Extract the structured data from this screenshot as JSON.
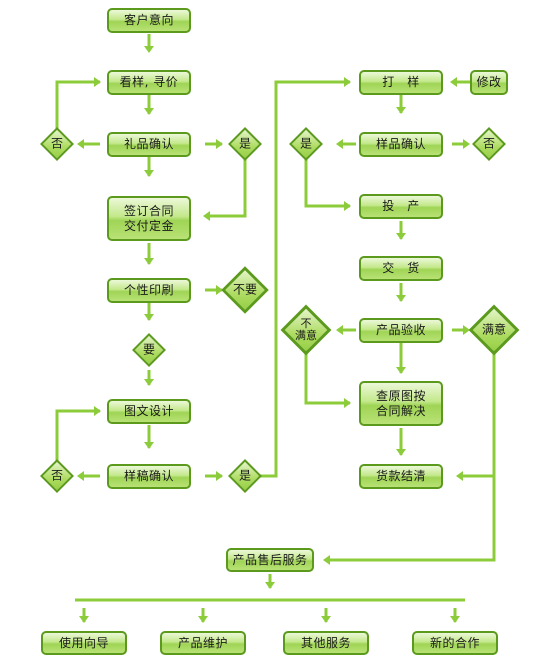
{
  "nodes": {
    "intent": "客户意向",
    "view": "看样, 寻价",
    "gift": "礼品确认",
    "contract": "签订合同\n交付定金",
    "personal": "个性印刷",
    "design": "图文设计",
    "draft": "样稿确认",
    "proof": "打　样",
    "modify": "修改",
    "sample": "样品确认",
    "produce": "投　产",
    "deliver": "交　货",
    "inspect": "产品验收",
    "resolve": "查原图按\n合同解决",
    "settle": "货款结清",
    "after": "产品售后服务",
    "guide": "使用向导",
    "maintain": "产品维护",
    "other": "其他服务",
    "new": "新的合作"
  },
  "decisions": {
    "gift_no": "否",
    "gift_yes": "是",
    "personal_no": "不要",
    "personal_yes": "要",
    "draft_no": "否",
    "draft_yes": "是",
    "sample_yes": "是",
    "sample_no": "否",
    "inspect_bad": "不\n满意",
    "inspect_good": "满意"
  },
  "colors": {
    "line": "#8ccc3a",
    "arrow": "#8ccc3a",
    "border": "#5c9a1e"
  }
}
